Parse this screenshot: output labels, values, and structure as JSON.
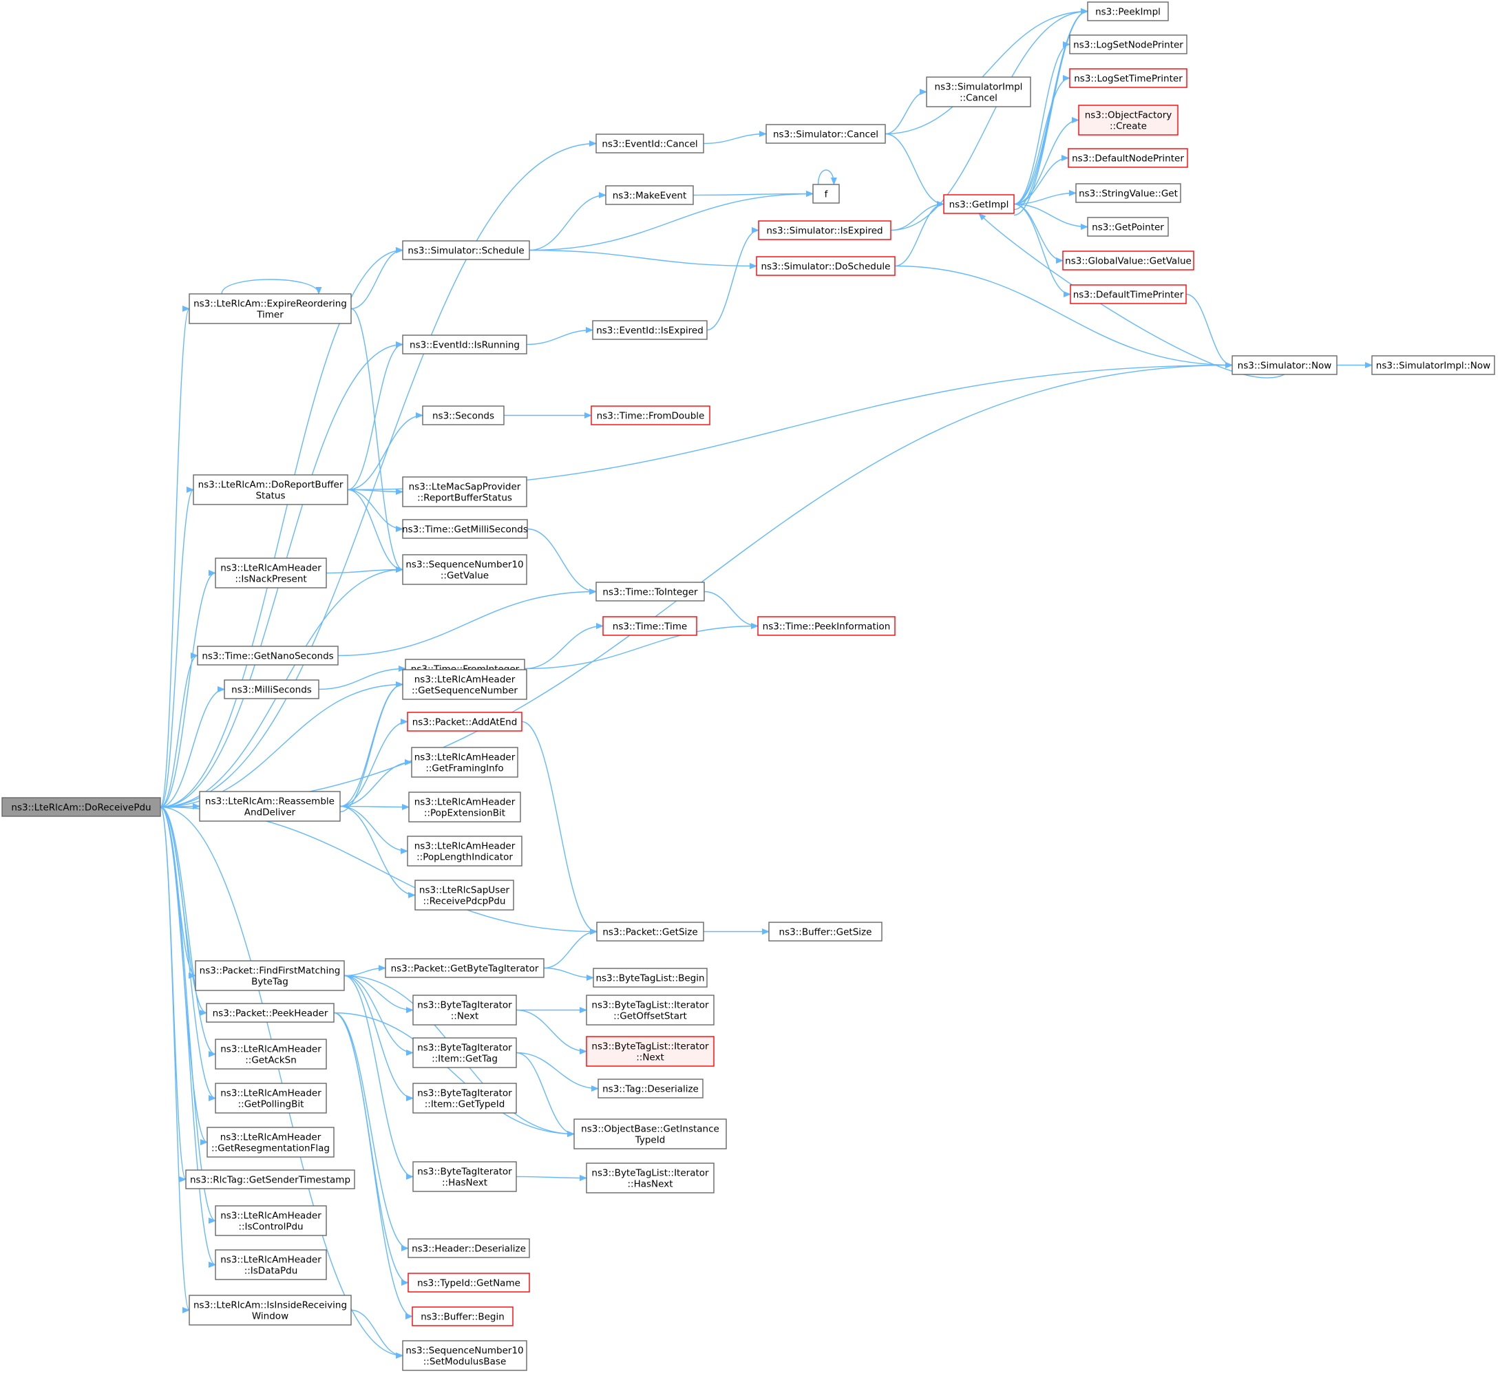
{
  "graph": {
    "nodes": [
      {
        "id": "root",
        "lines": [
          "ns3::LteRlcAm::DoReceivePdu"
        ],
        "style": "root"
      },
      {
        "id": "eventid_cancel",
        "lines": [
          "ns3::EventId::Cancel"
        ],
        "style": "normal"
      },
      {
        "id": "sim_cancel",
        "lines": [
          "ns3::Simulator::Cancel"
        ],
        "style": "normal"
      },
      {
        "id": "simimpl_cancel",
        "lines": [
          "ns3::SimulatorImpl",
          "::Cancel"
        ],
        "style": "normal"
      },
      {
        "id": "peekimpl",
        "lines": [
          "ns3::PeekImpl"
        ],
        "style": "normal"
      },
      {
        "id": "logsetnode",
        "lines": [
          "ns3::LogSetNodePrinter"
        ],
        "style": "normal"
      },
      {
        "id": "logsettime",
        "lines": [
          "ns3::LogSetTimePrinter"
        ],
        "style": "red"
      },
      {
        "id": "objfactory_create",
        "lines": [
          "ns3::ObjectFactory",
          "::Create"
        ],
        "style": "red"
      },
      {
        "id": "defaultnodeprinter",
        "lines": [
          "ns3::DefaultNodePrinter"
        ],
        "style": "red"
      },
      {
        "id": "getimpl",
        "lines": [
          "ns3::GetImpl"
        ],
        "style": "red"
      },
      {
        "id": "stringvalue_get",
        "lines": [
          "ns3::StringValue::Get"
        ],
        "style": "normal"
      },
      {
        "id": "getpointer",
        "lines": [
          "ns3::GetPointer"
        ],
        "style": "normal"
      },
      {
        "id": "globalvalue_getvalue",
        "lines": [
          "ns3::GlobalValue::GetValue"
        ],
        "style": "red"
      },
      {
        "id": "defaulttimeprinter",
        "lines": [
          "ns3::DefaultTimePrinter"
        ],
        "style": "red"
      },
      {
        "id": "makeevent",
        "lines": [
          "ns3::MakeEvent"
        ],
        "style": "normal"
      },
      {
        "id": "f",
        "lines": [
          "f"
        ],
        "style": "normal"
      },
      {
        "id": "sim_isexpired",
        "lines": [
          "ns3::Simulator::IsExpired"
        ],
        "style": "red"
      },
      {
        "id": "sim_schedule",
        "lines": [
          "ns3::Simulator::Schedule"
        ],
        "style": "normal"
      },
      {
        "id": "sim_doschedule",
        "lines": [
          "ns3::Simulator::DoSchedule"
        ],
        "style": "red"
      },
      {
        "id": "expirereordering",
        "lines": [
          "ns3::LteRlcAm::ExpireReordering",
          "Timer"
        ],
        "style": "normal"
      },
      {
        "id": "eventid_isrunning",
        "lines": [
          "ns3::EventId::IsRunning"
        ],
        "style": "normal"
      },
      {
        "id": "eventid_isexpired",
        "lines": [
          "ns3::EventId::IsExpired"
        ],
        "style": "normal"
      },
      {
        "id": "sim_now",
        "lines": [
          "ns3::Simulator::Now"
        ],
        "style": "normal"
      },
      {
        "id": "simimpl_now",
        "lines": [
          "ns3::SimulatorImpl::Now"
        ],
        "style": "normal"
      },
      {
        "id": "seconds",
        "lines": [
          "ns3::Seconds"
        ],
        "style": "normal"
      },
      {
        "id": "time_fromdouble",
        "lines": [
          "ns3::Time::FromDouble"
        ],
        "style": "red"
      },
      {
        "id": "doreportbuffer",
        "lines": [
          "ns3::LteRlcAm::DoReportBuffer",
          "Status"
        ],
        "style": "normal"
      },
      {
        "id": "ltemacsap_report",
        "lines": [
          "ns3::LteMacSapProvider",
          "::ReportBufferStatus"
        ],
        "style": "normal"
      },
      {
        "id": "time_getms",
        "lines": [
          "ns3::Time::GetMilliSeconds"
        ],
        "style": "normal"
      },
      {
        "id": "isnackpresent",
        "lines": [
          "ns3::LteRlcAmHeader",
          "::IsNackPresent"
        ],
        "style": "normal"
      },
      {
        "id": "seqnum_getvalue",
        "lines": [
          "ns3::SequenceNumber10",
          "::GetValue"
        ],
        "style": "normal"
      },
      {
        "id": "time_tointeger",
        "lines": [
          "ns3::Time::ToInteger"
        ],
        "style": "normal"
      },
      {
        "id": "time_time",
        "lines": [
          "ns3::Time::Time"
        ],
        "style": "red"
      },
      {
        "id": "time_peekinfo",
        "lines": [
          "ns3::Time::PeekInformation"
        ],
        "style": "red"
      },
      {
        "id": "time_getns",
        "lines": [
          "ns3::Time::GetNanoSeconds"
        ],
        "style": "normal"
      },
      {
        "id": "time_frominteger",
        "lines": [
          "ns3::Time::FromInteger"
        ],
        "style": "normal"
      },
      {
        "id": "milliseconds",
        "lines": [
          "ns3::MilliSeconds"
        ],
        "style": "normal"
      },
      {
        "id": "getseqnum",
        "lines": [
          "ns3::LteRlcAmHeader",
          "::GetSequenceNumber"
        ],
        "style": "normal"
      },
      {
        "id": "packet_addatend",
        "lines": [
          "ns3::Packet::AddAtEnd"
        ],
        "style": "red"
      },
      {
        "id": "getframinginfo",
        "lines": [
          "ns3::LteRlcAmHeader",
          "::GetFramingInfo"
        ],
        "style": "normal"
      },
      {
        "id": "reassemble",
        "lines": [
          "ns3::LteRlcAm::Reassemble",
          "AndDeliver"
        ],
        "style": "normal"
      },
      {
        "id": "popextensionbit",
        "lines": [
          "ns3::LteRlcAmHeader",
          "::PopExtensionBit"
        ],
        "style": "normal"
      },
      {
        "id": "poplengthindicator",
        "lines": [
          "ns3::LteRlcAmHeader",
          "::PopLengthIndicator"
        ],
        "style": "normal"
      },
      {
        "id": "receivepdcppdu",
        "lines": [
          "ns3::LteRlcSapUser",
          "::ReceivePdcpPdu"
        ],
        "style": "normal"
      },
      {
        "id": "packet_getsize",
        "lines": [
          "ns3::Packet::GetSize"
        ],
        "style": "normal"
      },
      {
        "id": "buffer_getsize",
        "lines": [
          "ns3::Buffer::GetSize"
        ],
        "style": "normal"
      },
      {
        "id": "findfirstmatching",
        "lines": [
          "ns3::Packet::FindFirstMatching",
          "ByteTag"
        ],
        "style": "normal"
      },
      {
        "id": "getbytetagiterator",
        "lines": [
          "ns3::Packet::GetByteTagIterator"
        ],
        "style": "normal"
      },
      {
        "id": "bytetaglist_begin",
        "lines": [
          "ns3::ByteTagList::Begin"
        ],
        "style": "normal"
      },
      {
        "id": "packet_peekheader",
        "lines": [
          "ns3::Packet::PeekHeader"
        ],
        "style": "normal"
      },
      {
        "id": "bytetagiter_next",
        "lines": [
          "ns3::ByteTagIterator",
          "::Next"
        ],
        "style": "normal"
      },
      {
        "id": "btl_iter_getoffset",
        "lines": [
          "ns3::ByteTagList::Iterator",
          "::GetOffsetStart"
        ],
        "style": "normal"
      },
      {
        "id": "btl_iter_next",
        "lines": [
          "ns3::ByteTagList::Iterator",
          "::Next"
        ],
        "style": "red"
      },
      {
        "id": "getacksn",
        "lines": [
          "ns3::LteRlcAmHeader",
          "::GetAckSn"
        ],
        "style": "normal"
      },
      {
        "id": "item_gettag",
        "lines": [
          "ns3::ByteTagIterator",
          "::Item::GetTag"
        ],
        "style": "normal"
      },
      {
        "id": "tag_deserialize",
        "lines": [
          "ns3::Tag::Deserialize"
        ],
        "style": "normal"
      },
      {
        "id": "getpollingbit",
        "lines": [
          "ns3::LteRlcAmHeader",
          "::GetPollingBit"
        ],
        "style": "normal"
      },
      {
        "id": "item_gettypeid",
        "lines": [
          "ns3::ByteTagIterator",
          "::Item::GetTypeId"
        ],
        "style": "normal"
      },
      {
        "id": "getinstancetypeid",
        "lines": [
          "ns3::ObjectBase::GetInstance",
          "TypeId"
        ],
        "style": "normal"
      },
      {
        "id": "getresegflag",
        "lines": [
          "ns3::LteRlcAmHeader",
          "::GetResegmentationFlag"
        ],
        "style": "normal"
      },
      {
        "id": "rlctag_getsender",
        "lines": [
          "ns3::RlcTag::GetSenderTimestamp"
        ],
        "style": "normal"
      },
      {
        "id": "bytetagiter_hasnext",
        "lines": [
          "ns3::ByteTagIterator",
          "::HasNext"
        ],
        "style": "normal"
      },
      {
        "id": "btl_iter_hasnext",
        "lines": [
          "ns3::ByteTagList::Iterator",
          "::HasNext"
        ],
        "style": "normal"
      },
      {
        "id": "iscontrolpdu",
        "lines": [
          "ns3::LteRlcAmHeader",
          "::IsControlPdu"
        ],
        "style": "normal"
      },
      {
        "id": "header_deserialize",
        "lines": [
          "ns3::Header::Deserialize"
        ],
        "style": "normal"
      },
      {
        "id": "isdatapdu",
        "lines": [
          "ns3::LteRlcAmHeader",
          "::IsDataPdu"
        ],
        "style": "normal"
      },
      {
        "id": "typeid_getname",
        "lines": [
          "ns3::TypeId::GetName"
        ],
        "style": "red"
      },
      {
        "id": "isinsidewindow",
        "lines": [
          "ns3::LteRlcAm::IsInsideReceiving",
          "Window"
        ],
        "style": "normal"
      },
      {
        "id": "buffer_begin",
        "lines": [
          "ns3::Buffer::Begin"
        ],
        "style": "red"
      },
      {
        "id": "seqnum_setmodulus",
        "lines": [
          "ns3::SequenceNumber10",
          "::SetModulusBase"
        ],
        "style": "normal"
      }
    ]
  }
}
